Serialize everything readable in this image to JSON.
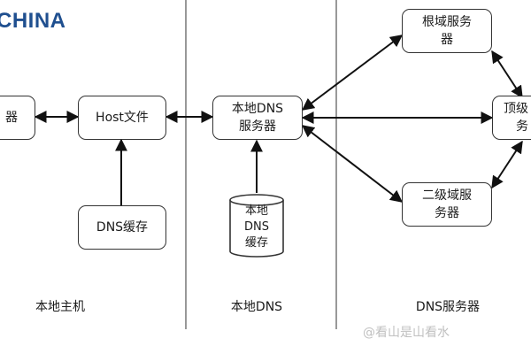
{
  "brand": "CHINA",
  "sections": {
    "local_host": "本地主机",
    "local_dns": "本地DNS",
    "dns_servers": "DNS服务器"
  },
  "nodes": {
    "browser": [
      "器"
    ],
    "host_file": [
      "Host文件"
    ],
    "dns_cache": [
      "DNS缓存"
    ],
    "local_dns_server": [
      "本地DNS",
      "服务器"
    ],
    "local_dns_cache": [
      "本地",
      "DNS",
      "缓存"
    ],
    "root_server": [
      "根域服务",
      "器"
    ],
    "second_level_server": [
      "二级域服",
      "务器"
    ],
    "top_level_server": [
      "顶级",
      "务"
    ]
  },
  "colors": {
    "brand": "#1f4f8f",
    "line": "#111111",
    "box_border": "#333333",
    "divider": "#555555",
    "watermark": "#c0c0c0"
  },
  "watermark": "@看山是山看水"
}
